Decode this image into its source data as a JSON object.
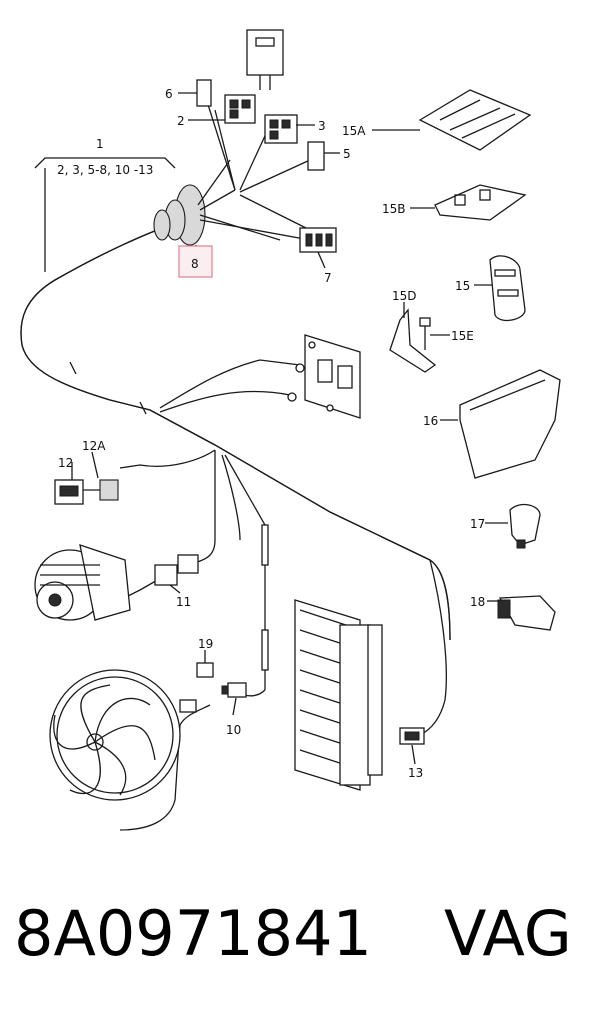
{
  "labels": {
    "l1": "1",
    "l1_sub": "2, 3, 5-8, 10 -13",
    "l2": "2",
    "l3": "3",
    "l5": "5",
    "l6": "6",
    "l7": "7",
    "l8": "8",
    "l10": "10",
    "l11": "11",
    "l12": "12",
    "l12a": "12A",
    "l13": "13",
    "l15": "15",
    "l15a": "15A",
    "l15b": "15B",
    "l15d": "15D",
    "l15e": "15E",
    "l16": "16",
    "l17": "17",
    "l18": "18",
    "l19": "19"
  },
  "footer": {
    "part_number": "8A0971841",
    "brand": "VAG"
  },
  "colors": {
    "highlight_border": "#e0808f",
    "highlight_fill": "#fbeef0"
  }
}
